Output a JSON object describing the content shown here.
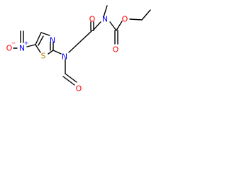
{
  "molecule": {
    "atoms": {
      "o_ester": {
        "text": "O",
        "color": "#ff0000"
      },
      "n_methyl": {
        "text": "N",
        "color": "#0000ff"
      },
      "o_ketone": {
        "text": "O",
        "color": "#ff0000"
      },
      "o_carbamate": {
        "text": "O",
        "color": "#ff0000"
      },
      "n_ring": {
        "text": "N",
        "color": "#0000ff"
      },
      "n_nitro": {
        "text": "N",
        "color": "#0000ff",
        "charge": "+"
      },
      "o_nitro_left": {
        "text": "O",
        "color": "#ff0000",
        "charge": "−"
      },
      "s_ring": {
        "text": "S",
        "color": "#b8860b"
      },
      "n_amide": {
        "text": "N",
        "color": "#0000ff"
      },
      "o_formyl": {
        "text": "O",
        "color": "#ff0000"
      }
    }
  }
}
